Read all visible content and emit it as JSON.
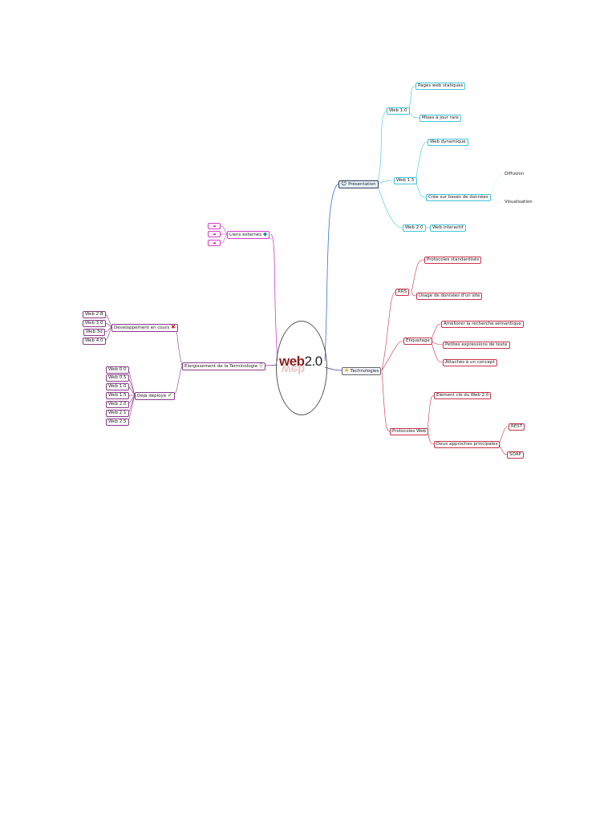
{
  "center": {
    "brand": "web",
    "version": "2.0"
  },
  "presentation": {
    "label": "Présentation",
    "web10": {
      "label": "Web 1.0",
      "items": [
        "Pages web statiques",
        "Mises à jour rare"
      ]
    },
    "web15": {
      "label": "Web 1.5",
      "items": [
        "Web dynamique",
        "Crée sur bases de données"
      ],
      "sub": [
        "Diffusion",
        "Visualisation"
      ]
    },
    "web20": {
      "label": "Web 2.0",
      "items": [
        "Web interactif"
      ]
    }
  },
  "technologies": {
    "label": "Technologies",
    "rss": {
      "label": "RRS",
      "items": [
        "Protocoles standardisés",
        "Usage de données d'un site"
      ]
    },
    "etiquetage": {
      "label": "Etiquetage",
      "items": [
        "Améliorer la recherche sémantique",
        "Petites expressions de texte",
        "Attachés à un concept"
      ]
    },
    "protocoles": {
      "label": "Protocoles Web",
      "items": [
        "Elément clé du Web 2.0",
        "Deux approches principales"
      ],
      "sub": [
        "REST",
        "SOAP"
      ]
    }
  },
  "liens": {
    "label": "Liens externes",
    "arrows": [
      "➜",
      "➜",
      "➜"
    ]
  },
  "elargissement": {
    "label": "Elargissement de la Terminologie",
    "dev": {
      "label": "Développement en cours",
      "items": [
        "Web 2.B",
        "Web 3.0",
        "Web 3d",
        "Web 4.0"
      ]
    },
    "deja": {
      "label": "Déjà déployé",
      "items": [
        "Web 0.0",
        "Web 0.5",
        "Web 1.0",
        "Web 1.5",
        "Web 2.0",
        "Web 2.1",
        "Web 2.5"
      ]
    }
  },
  "colors": {
    "cyan": "#40c4d8",
    "red": "#c8324a",
    "purple": "#8a3a8a",
    "pink": "#d23cc8",
    "blue": "#3a6ed8"
  }
}
